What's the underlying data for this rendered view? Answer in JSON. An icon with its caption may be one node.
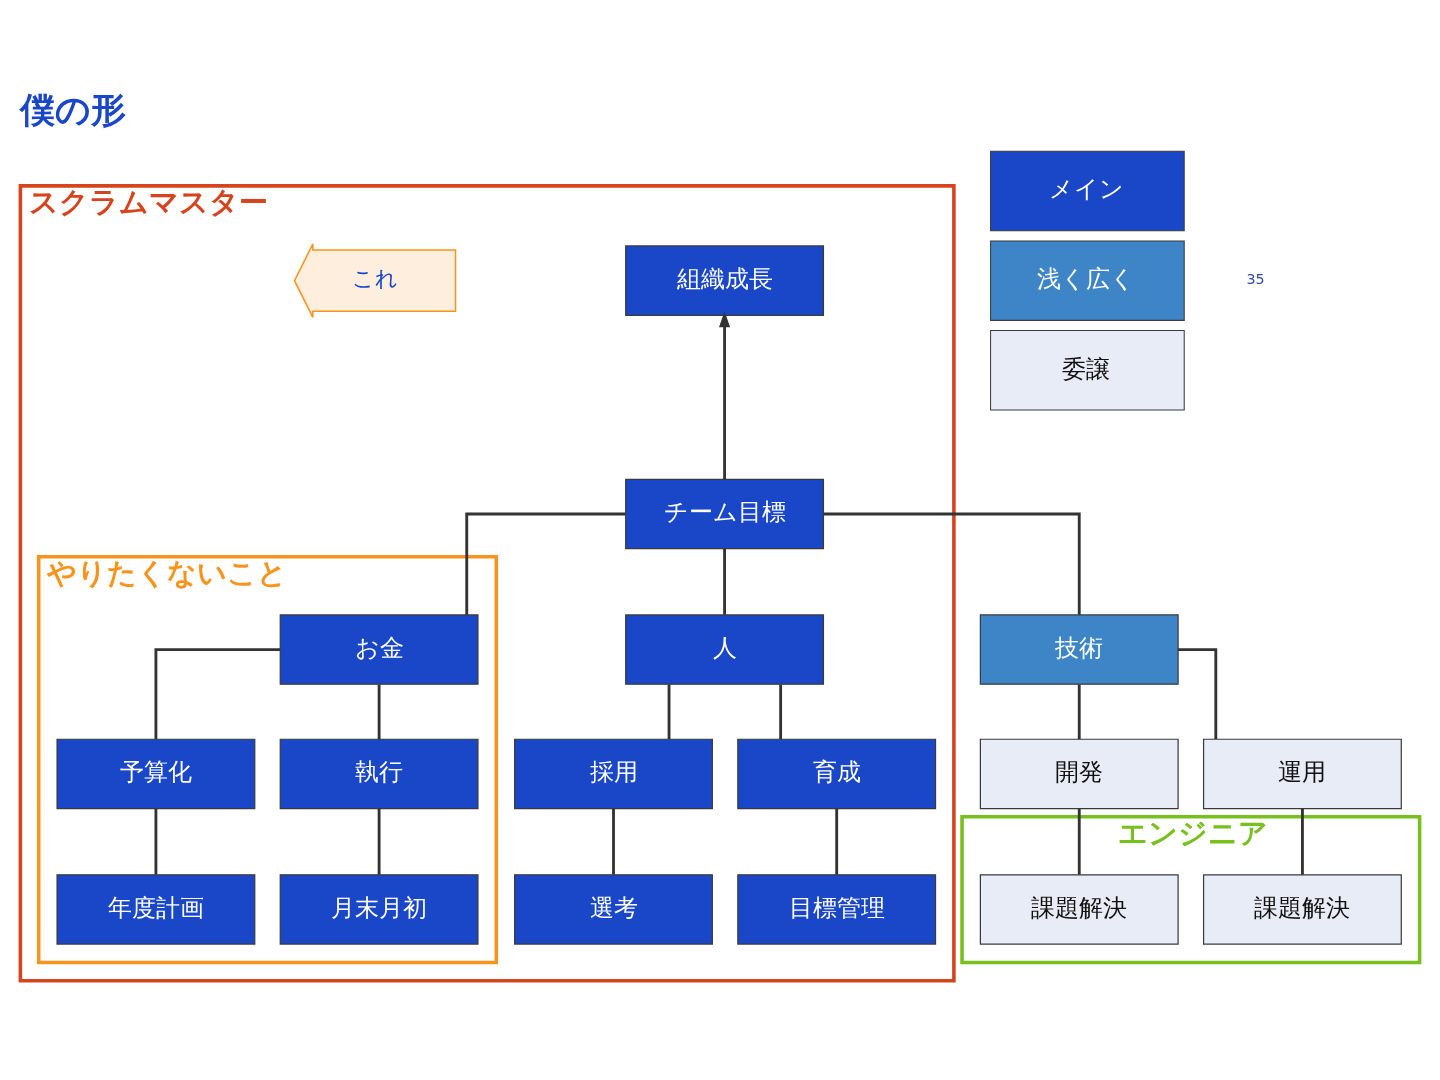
{
  "diagram": {
    "title": "僕の形",
    "nodes": [
      {
        "text": [
          "スクラムマスター"
        ]
      },
      {
        "text": [
          "組織成長"
        ],
        "in": 0
      },
      {
        "text": [
          "これ"
        ],
        "in": 0
      },
      {
        "text": [
          "チーム目標"
        ],
        "in": 0
      },
      {
        "text": [
          "やりたくないこと"
        ],
        "in": 0
      },
      {
        "text": [
          "お金"
        ],
        "in": 4
      },
      {
        "text": [
          "人"
        ],
        "in": 0
      },
      {
        "text": [
          "技術"
        ]
      },
      {
        "text": [
          "予算化"
        ],
        "in": 4
      },
      {
        "text": [
          "執行"
        ],
        "in": 4
      },
      {
        "text": [
          "採用"
        ],
        "in": 0
      },
      {
        "text": [
          "育成"
        ],
        "in": 0
      },
      {
        "text": [
          "開発"
        ]
      },
      {
        "text": [
          "運用"
        ]
      },
      {
        "text": [
          "エンジニア"
        ]
      },
      {
        "text": [
          "年度計画"
        ],
        "in": 4
      },
      {
        "text": [
          "月末月初"
        ],
        "in": 4
      },
      {
        "text": [
          "選考"
        ],
        "in": 0
      },
      {
        "text": [
          "目標管理"
        ],
        "in": 0
      },
      {
        "text": [
          "課題解決"
        ],
        "in": 14
      },
      {
        "text": [
          "課題解決"
        ],
        "in": 14
      }
    ],
    "edges": [
      {
        "from": 3,
        "to": 1,
        "arrow": "to"
      },
      {
        "from": 3,
        "to": 5,
        "arrow": "none"
      },
      {
        "from": 3,
        "to": 6,
        "arrow": "none"
      },
      {
        "from": 3,
        "to": 7,
        "arrow": "none"
      },
      {
        "from": 5,
        "to": 8,
        "arrow": "none"
      },
      {
        "from": 5,
        "to": 9,
        "arrow": "none"
      },
      {
        "from": 6,
        "to": 10,
        "arrow": "none"
      },
      {
        "from": 6,
        "to": 11,
        "arrow": "none"
      },
      {
        "from": 7,
        "to": 12,
        "arrow": "none"
      },
      {
        "from": 7,
        "to": 13,
        "arrow": "none"
      },
      {
        "from": 8,
        "to": 15,
        "arrow": "none"
      },
      {
        "from": 9,
        "to": 16,
        "arrow": "none"
      },
      {
        "from": 10,
        "to": 17,
        "arrow": "none"
      },
      {
        "from": 11,
        "to": 18,
        "arrow": "none"
      },
      {
        "from": 12,
        "to": 19,
        "arrow": "none"
      },
      {
        "from": 13,
        "to": 20,
        "arrow": "none"
      }
    ],
    "labels": [
      "35"
    ],
    "legend": [
      {
        "text": "メイン",
        "color": "#1a47c8"
      },
      {
        "text": "浅く広く",
        "color": "#3d85c6"
      },
      {
        "text": "委譲",
        "color": "#e8ecf6"
      }
    ]
  }
}
